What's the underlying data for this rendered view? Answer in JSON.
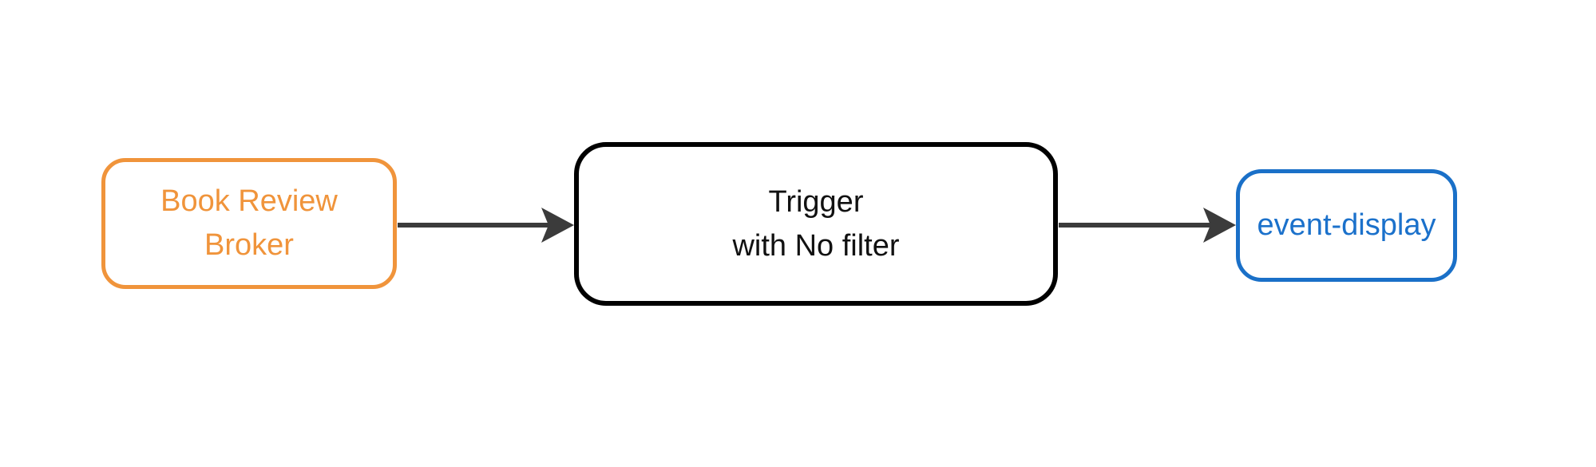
{
  "diagram": {
    "type": "flow",
    "background_color": "#ffffff",
    "edge_color": "#3B3B3B",
    "nodes": {
      "broker": {
        "line1": "Book Review",
        "line2": "Broker",
        "border_color": "#F0943B",
        "text_color": "#F0943B"
      },
      "trigger": {
        "line1": "Trigger",
        "line2": "with No filter",
        "border_color": "#000000",
        "text_color": "#111111"
      },
      "event_display": {
        "label": "event-display",
        "border_color": "#1A70C8",
        "text_color": "#1B71CB"
      }
    },
    "edges": [
      {
        "from": "broker",
        "to": "trigger"
      },
      {
        "from": "trigger",
        "to": "event_display"
      }
    ]
  }
}
